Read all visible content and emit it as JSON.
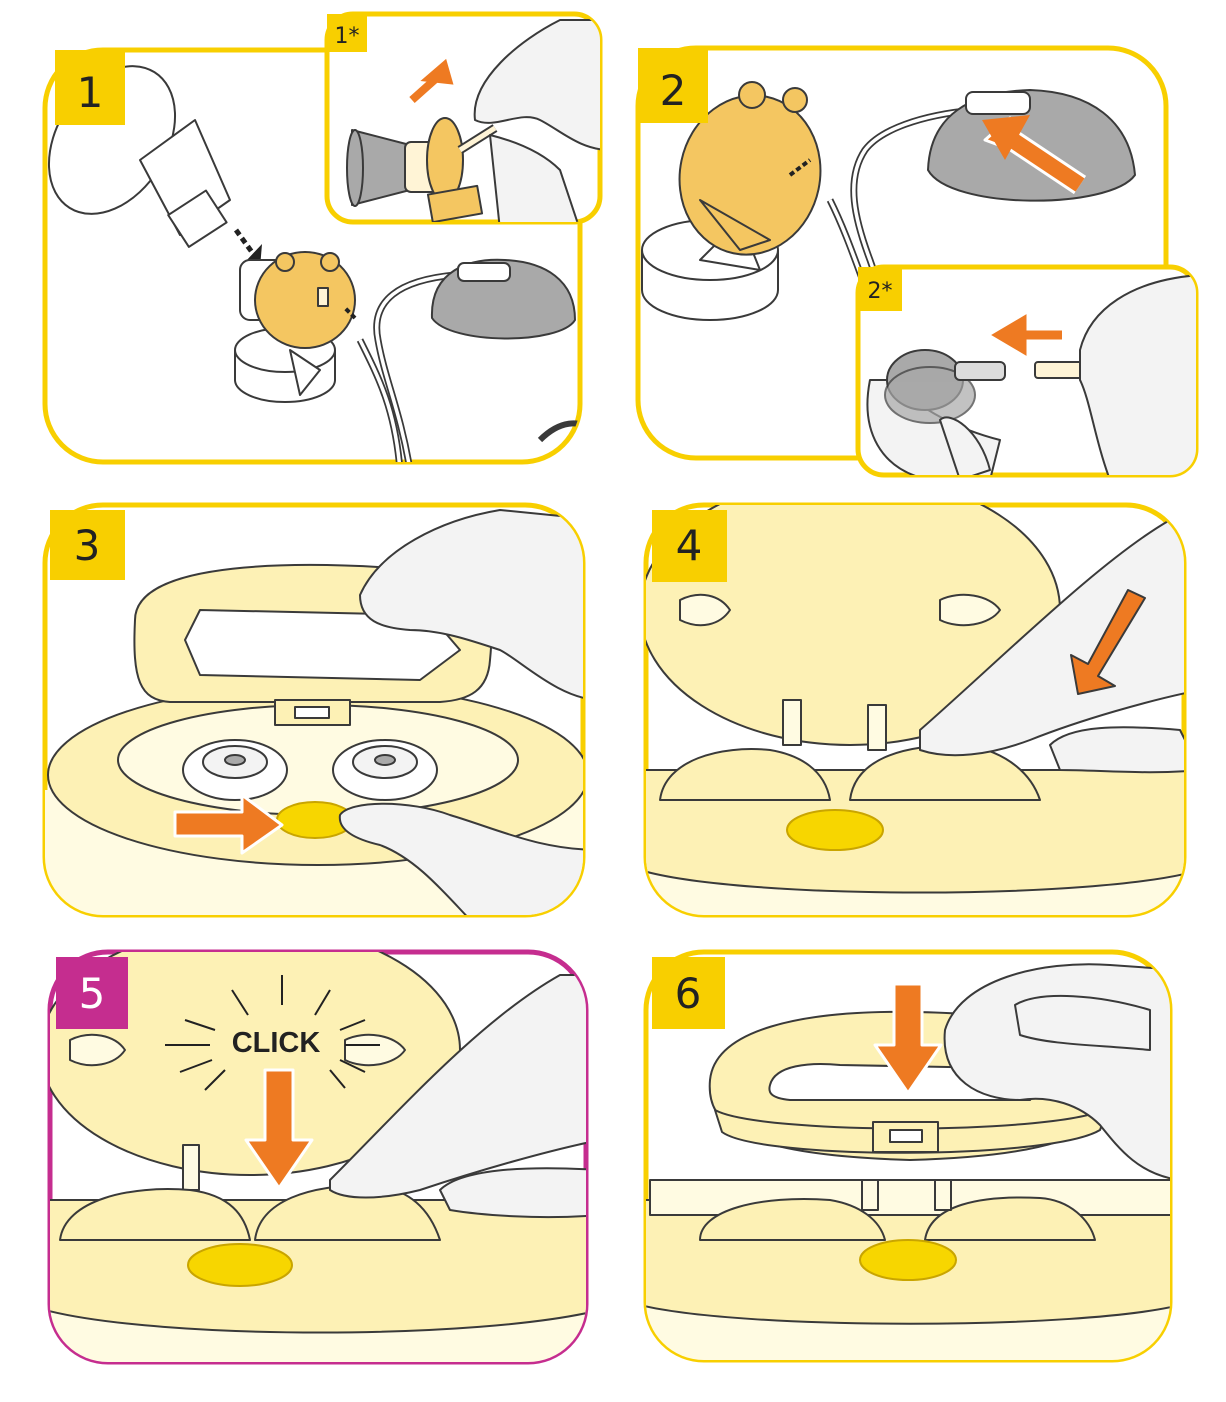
{
  "colors": {
    "frame": "#f8cf00",
    "frame_highlight": "#c52d8f",
    "badge": "#f8cf00",
    "badge_highlight": "#c52d8f",
    "arrow": "#ee7a22",
    "cream": "#fdf1b5",
    "pale": "#fffbe2",
    "amber": "#f4c661",
    "glove": "#f3f3f3",
    "gray": "#a9a9a9",
    "button": "#f7d600",
    "outline": "#3a3a3a"
  },
  "steps": [
    {
      "number": "1",
      "sub": "1*"
    },
    {
      "number": "2",
      "sub": "2*"
    },
    {
      "number": "3"
    },
    {
      "number": "4"
    },
    {
      "number": "5",
      "highlighted": true,
      "caption": "CLICK"
    },
    {
      "number": "6"
    }
  ],
  "icons": [
    "breastshield",
    "connector",
    "valve-membrane",
    "tubing",
    "cap",
    "gloved-hand",
    "push-arrow",
    "lid",
    "push-button"
  ]
}
